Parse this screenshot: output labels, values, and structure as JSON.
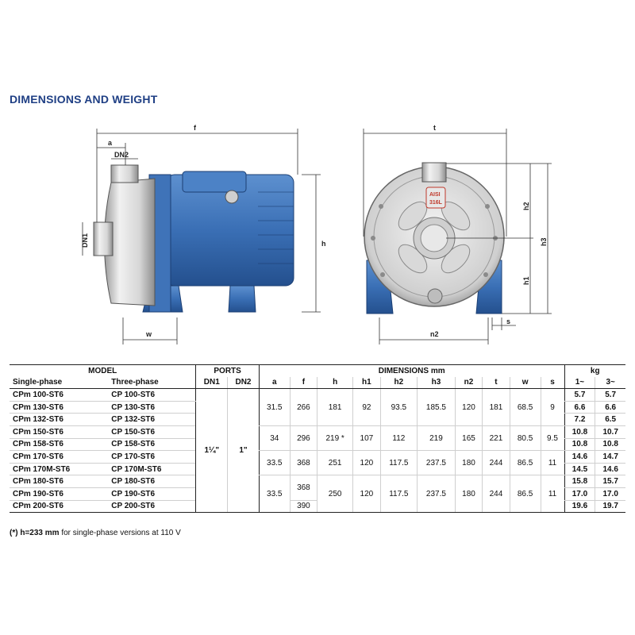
{
  "title": "DIMENSIONS AND WEIGHT",
  "drawing_labels": {
    "a": "a",
    "f": "f",
    "dn2": "DN2",
    "dn1": "DN1",
    "h": "h",
    "w": "w",
    "t": "t",
    "h2": "h2",
    "h1": "h1",
    "h3": "h3",
    "n2": "n2",
    "s": "s",
    "badge1": "AISI",
    "badge2": "316L"
  },
  "table": {
    "groups": {
      "model": "MODEL",
      "ports": "PORTS",
      "dimensions": "DIMENSIONS mm",
      "kg": "kg"
    },
    "cols": {
      "single": "Single-phase",
      "three": "Three-phase",
      "dn1": "DN1",
      "dn2": "DN2",
      "a": "a",
      "f": "f",
      "h": "h",
      "h1": "h1",
      "h2": "h2",
      "h3": "h3",
      "n2": "n2",
      "t": "t",
      "w": "w",
      "s": "s",
      "kg1": "1~",
      "kg3": "3~"
    },
    "ports": {
      "dn1": "1¼\"",
      "dn2": "1\""
    },
    "rows": [
      {
        "single": "CPm 100-ST6",
        "three": "CP 100-ST6",
        "kg1": "5.7",
        "kg3": "5.7"
      },
      {
        "single": "CPm 130-ST6",
        "three": "CP 130-ST6",
        "kg1": "6.6",
        "kg3": "6.6"
      },
      {
        "single": "CPm 132-ST6",
        "three": "CP 132-ST6",
        "kg1": "7.2",
        "kg3": "6.5"
      },
      {
        "single": "CPm 150-ST6",
        "three": "CP 150-ST6",
        "kg1": "10.8",
        "kg3": "10.7"
      },
      {
        "single": "CPm 158-ST6",
        "three": "CP 158-ST6",
        "kg1": "10.8",
        "kg3": "10.8"
      },
      {
        "single": "CPm 170-ST6",
        "three": "CP 170-ST6",
        "kg1": "14.6",
        "kg3": "14.7"
      },
      {
        "single": "CPm 170M-ST6",
        "three": "CP 170M-ST6",
        "kg1": "14.5",
        "kg3": "14.6"
      },
      {
        "single": "CPm 180-ST6",
        "three": "CP 180-ST6",
        "kg1": "15.8",
        "kg3": "15.7"
      },
      {
        "single": "CPm 190-ST6",
        "three": "CP 190-ST6",
        "kg1": "17.0",
        "kg3": "17.0"
      },
      {
        "single": "CPm 200-ST6",
        "three": "CP 200-ST6",
        "kg1": "19.6",
        "kg3": "19.7"
      }
    ],
    "groups_dims": [
      {
        "a": "31.5",
        "f": "266",
        "h": "181",
        "h1": "92",
        "h2": "93.5",
        "h3": "185.5",
        "n2": "120",
        "t": "181",
        "w": "68.5",
        "s": "9"
      },
      {
        "a": "34",
        "f": "296",
        "h": "219 *",
        "h1": "107",
        "h2": "112",
        "h3": "219",
        "n2": "165",
        "t": "221",
        "w": "80.5",
        "s": "9.5"
      },
      {
        "a": "33.5",
        "f": "368",
        "h": "251",
        "h1": "120",
        "h2": "117.5",
        "h3": "237.5",
        "n2": "180",
        "t": "244",
        "w": "86.5",
        "s": "11"
      },
      {
        "a": "33.5",
        "f_a": "368",
        "f_b": "390",
        "h": "250",
        "h1": "120",
        "h2": "117.5",
        "h3": "237.5",
        "n2": "180",
        "t": "244",
        "w": "86.5",
        "s": "11"
      }
    ]
  },
  "note": {
    "prefix": "(*)",
    "bold": "h=233 mm",
    "rest": "for single-phase versions at 110 V"
  }
}
